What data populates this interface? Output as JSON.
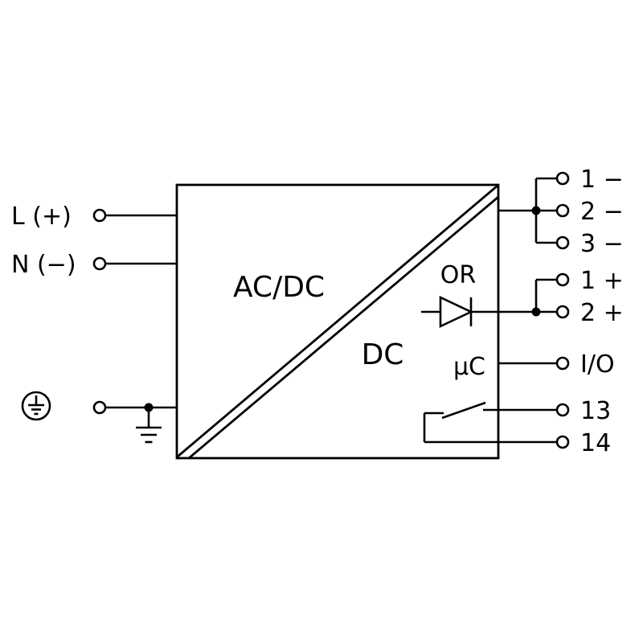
{
  "block": {
    "input_label": "AC/DC",
    "output_label": "DC"
  },
  "left": {
    "line_label": "L (+)",
    "neutral_label": "N (−)"
  },
  "right": {
    "minus_terminals": [
      "1 −",
      "2 −",
      "3 −"
    ],
    "plus_terminals": [
      "1 +",
      "2 +"
    ],
    "or_label": "OR",
    "uc_label": "µC",
    "io_label": "I/O",
    "relay_terminals": [
      "13",
      "14"
    ]
  },
  "colors": {
    "line": "#000000",
    "background": "#ffffff"
  }
}
